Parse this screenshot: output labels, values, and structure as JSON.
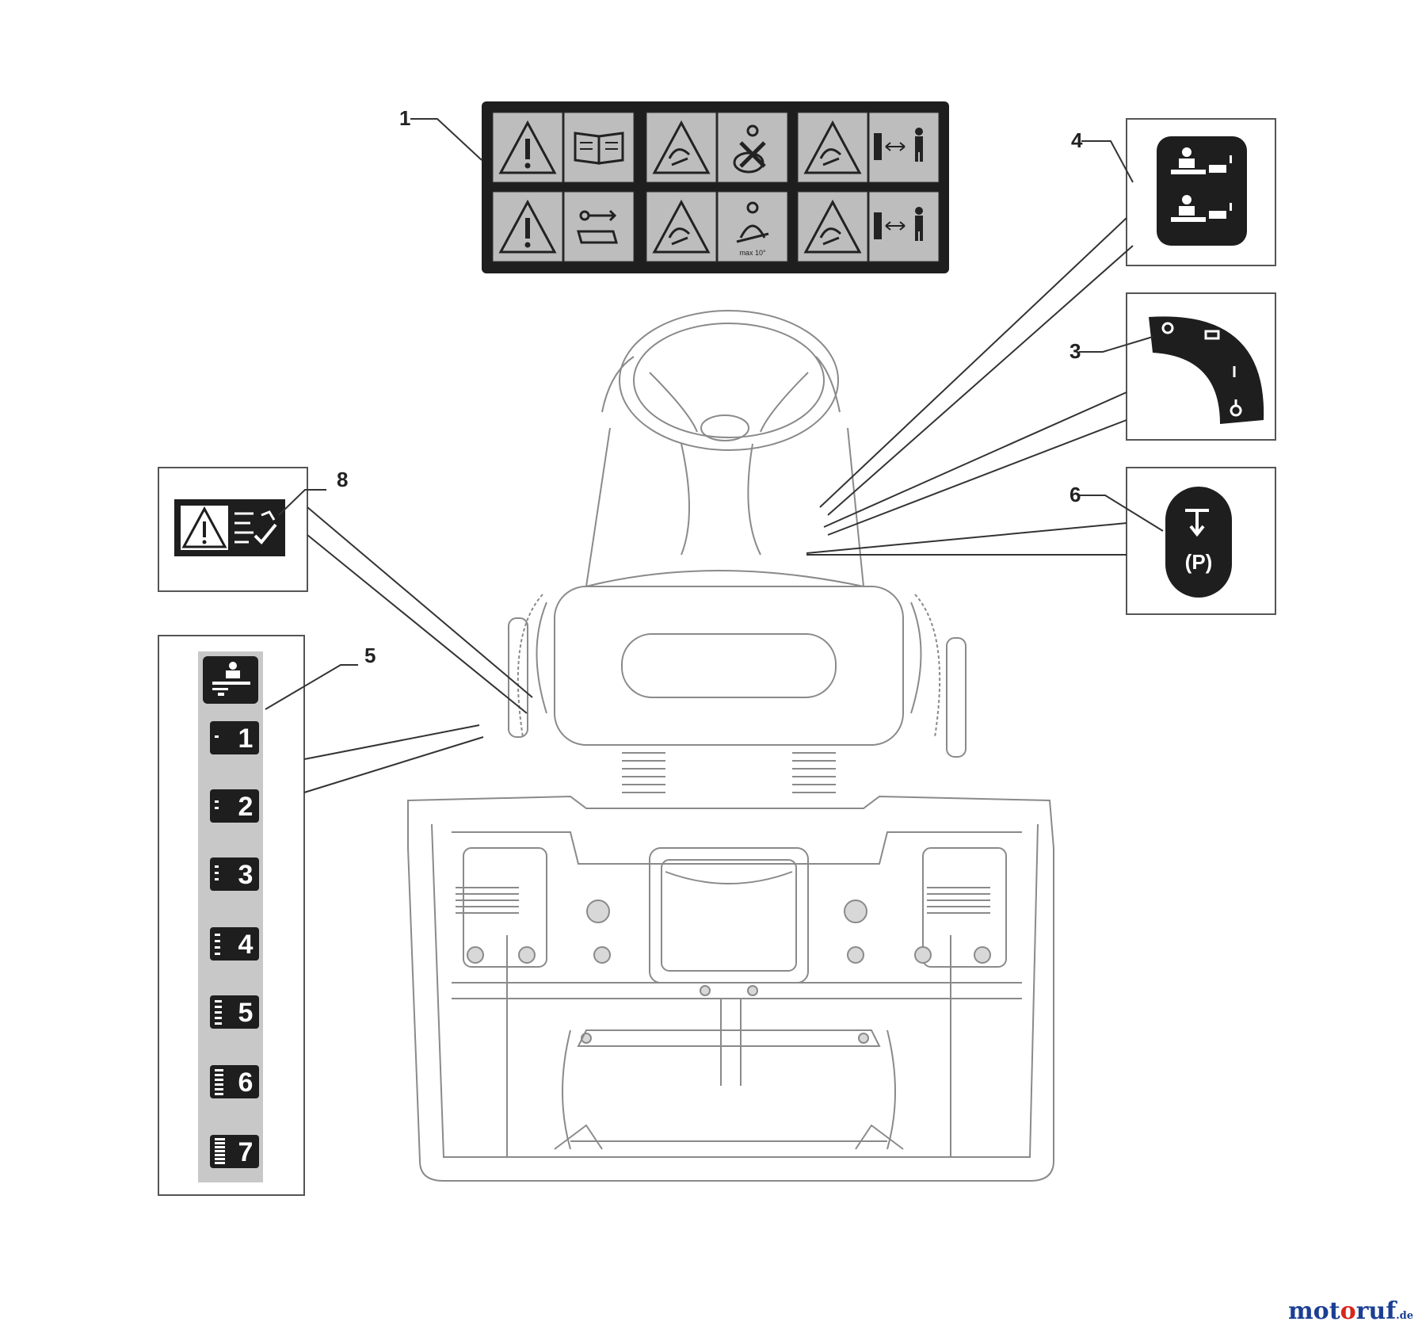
{
  "callouts": {
    "c1": "1",
    "c3": "3",
    "c4": "4",
    "c5": "5",
    "c6": "6",
    "c8": "8"
  },
  "decal_5_positions": [
    "1",
    "2",
    "3",
    "4",
    "5",
    "6",
    "7"
  ],
  "decal_1_small_text": "max 10°",
  "decal_6_parking": "(P)",
  "watermark": {
    "part1": "mot",
    "part2": "o",
    "part3": "ruf",
    "suffix": ".de"
  },
  "colors": {
    "line": "#555555",
    "decal_dark": "#1e1e1e",
    "decal_panel": "#bdbdbd",
    "strip_grey": "#c8c8c8"
  }
}
